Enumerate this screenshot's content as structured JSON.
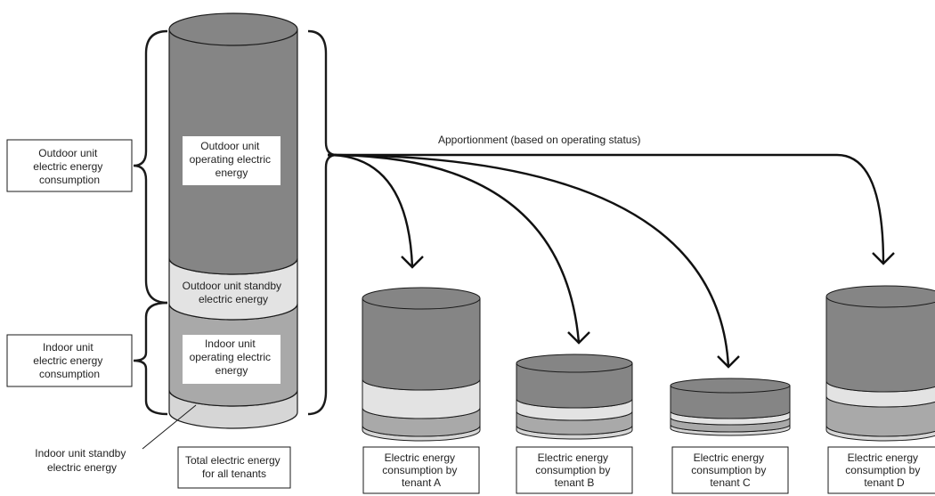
{
  "colors": {
    "outdoor_operating": "#858585",
    "outdoor_standby": "#e3e3e3",
    "indoor_operating": "#a9a9a9",
    "indoor_standby": "#d6d6d6",
    "outline": "#1a1a1a"
  },
  "labels": {
    "outdoor_bracket": [
      "Outdoor unit",
      "electric energy",
      "consumption"
    ],
    "indoor_bracket": [
      "Indoor unit",
      "electric energy",
      "consumption"
    ],
    "outdoor_operating": [
      "Outdoor unit",
      "operating electric",
      "energy"
    ],
    "outdoor_standby": [
      "Outdoor unit standby",
      "electric energy"
    ],
    "indoor_operating": [
      "Indoor unit",
      "operating electric",
      "energy"
    ],
    "indoor_standby": [
      "Indoor unit standby",
      "electric energy"
    ],
    "apportionment": "Apportionment (based on operating status)",
    "total": [
      "Total electric energy",
      "for all tenants"
    ],
    "tenant_a": [
      "Electric energy",
      "consumption by",
      "tenant A"
    ],
    "tenant_b": [
      "Electric energy",
      "consumption by",
      "tenant B"
    ],
    "tenant_c": [
      "Electric energy",
      "consumption by",
      "tenant C"
    ],
    "tenant_d": [
      "Electric energy",
      "consumption by",
      "tenant D"
    ]
  }
}
